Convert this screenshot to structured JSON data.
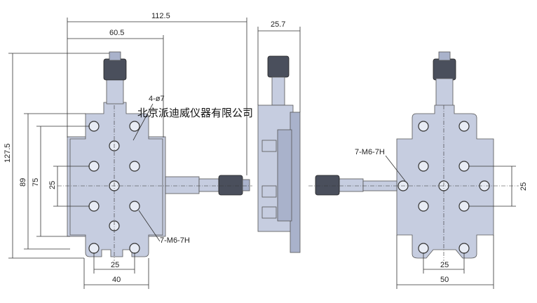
{
  "dimensions": {
    "overall_width": "112.5",
    "inner_width": "60.5",
    "side_width": "25.7",
    "overall_height": "127.5",
    "height_89": "89",
    "height_75": "75",
    "pitch_25_left": "25",
    "pitch_25_right": "25",
    "bottom_25_left": "25",
    "bottom_40": "40",
    "bottom_25_right": "25",
    "bottom_50": "50"
  },
  "callouts": {
    "through_holes": "4-ø7",
    "tapped_holes_left": "7-M6-7H",
    "tapped_holes_right": "7-M6-7H"
  },
  "watermark": "北京派迪威仪器有限公司"
}
